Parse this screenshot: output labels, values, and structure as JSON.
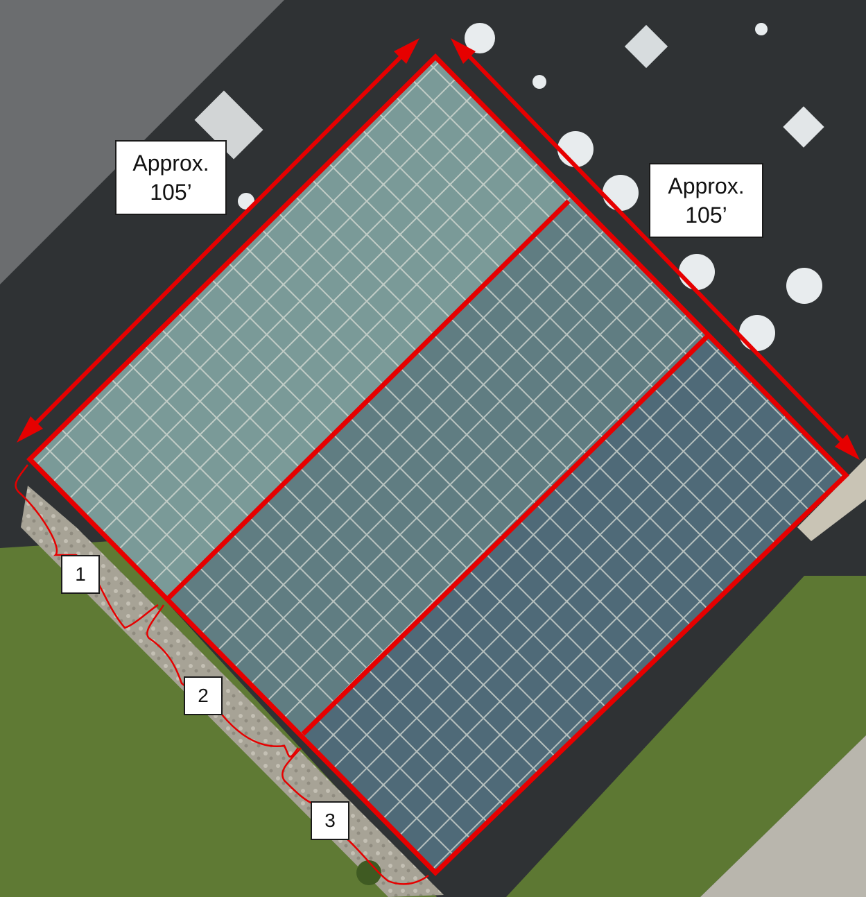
{
  "annotations": {
    "dimension_left": {
      "line1": "Approx.",
      "line2": "105’"
    },
    "dimension_right": {
      "line1": "Approx.",
      "line2": "105’"
    },
    "bay_labels": [
      "1",
      "2",
      "3"
    ]
  },
  "colors": {
    "annotation": "#e60000",
    "roof_dark": "#2f3234",
    "roof_gray": "#6b6d6f",
    "lawn": "#5f7a34",
    "glass": "#6e8c8f",
    "pavement": "#b9b6ad"
  }
}
